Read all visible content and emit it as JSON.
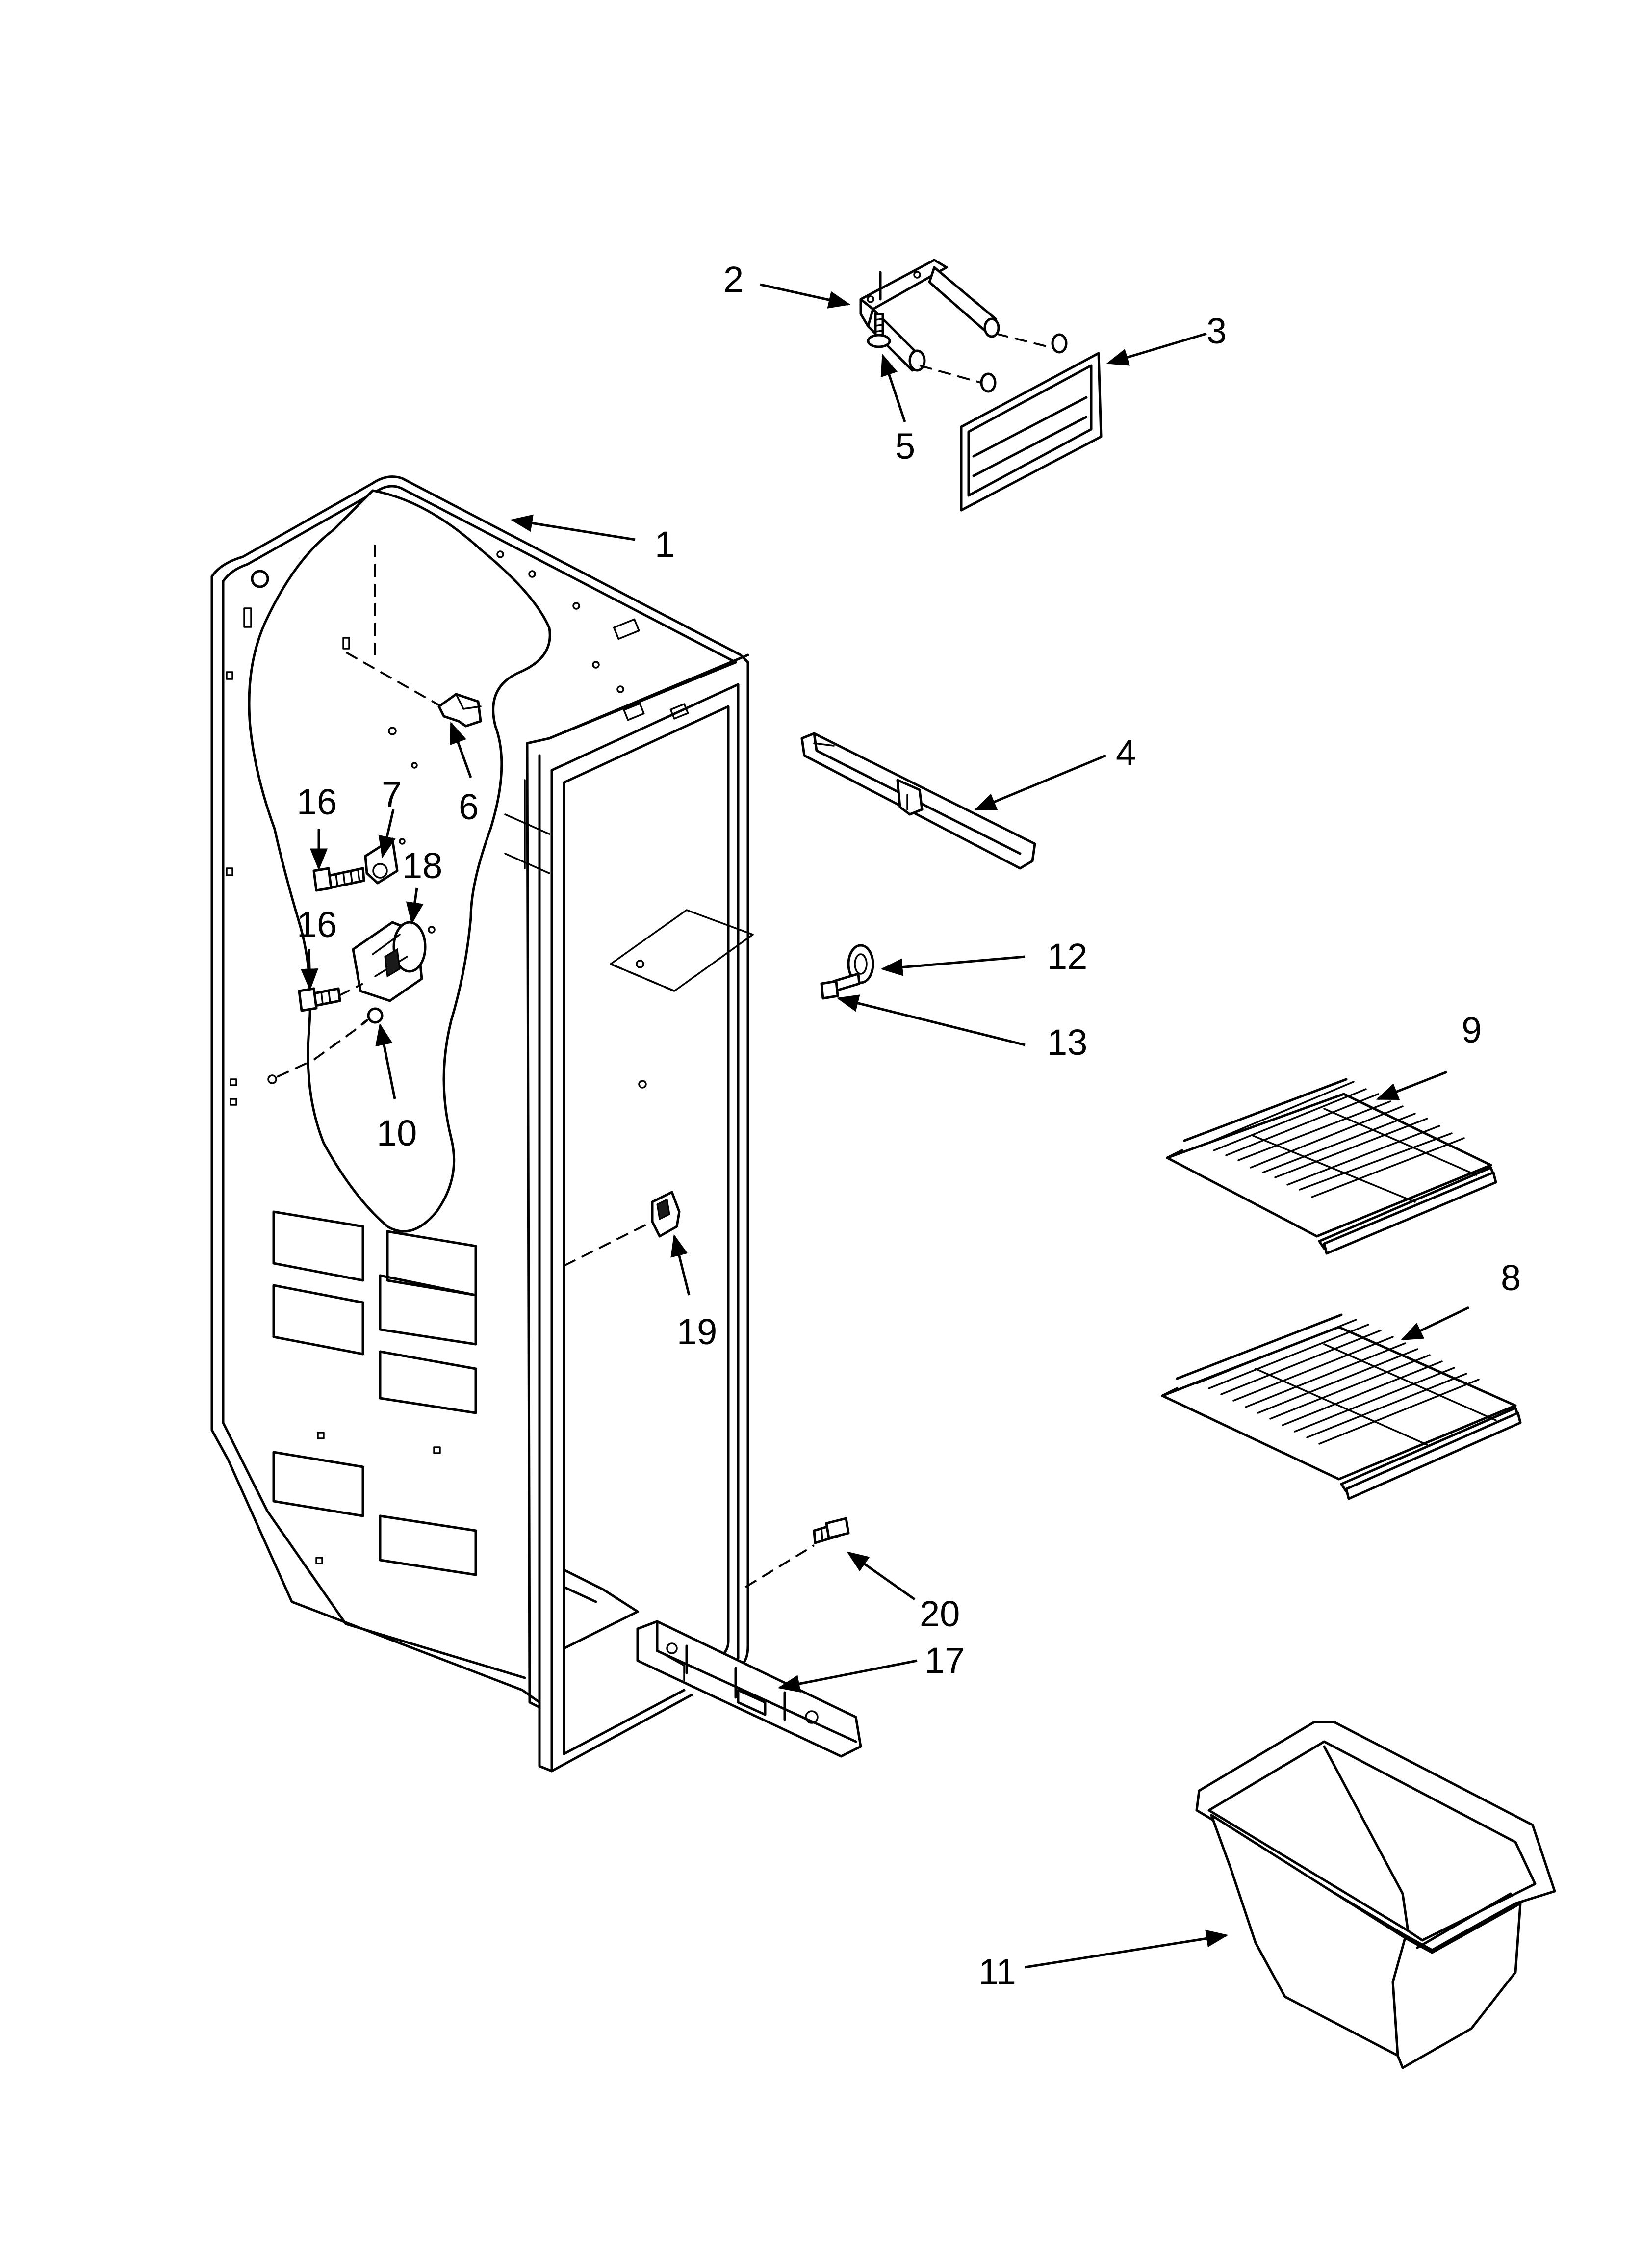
{
  "diagram": {
    "callouts": [
      {
        "id": "c1",
        "label": "1"
      },
      {
        "id": "c2",
        "label": "2"
      },
      {
        "id": "c3",
        "label": "3"
      },
      {
        "id": "c4",
        "label": "4"
      },
      {
        "id": "c5",
        "label": "5"
      },
      {
        "id": "c6",
        "label": "6"
      },
      {
        "id": "c7",
        "label": "7"
      },
      {
        "id": "c8",
        "label": "8"
      },
      {
        "id": "c9",
        "label": "9"
      },
      {
        "id": "c10",
        "label": "10"
      },
      {
        "id": "c11",
        "label": "11"
      },
      {
        "id": "c12",
        "label": "12"
      },
      {
        "id": "c13",
        "label": "13"
      },
      {
        "id": "c16a",
        "label": "16"
      },
      {
        "id": "c16b",
        "label": "16"
      },
      {
        "id": "c17",
        "label": "17"
      },
      {
        "id": "c18",
        "label": "18"
      },
      {
        "id": "c19",
        "label": "19"
      },
      {
        "id": "c20",
        "label": "20"
      }
    ]
  }
}
